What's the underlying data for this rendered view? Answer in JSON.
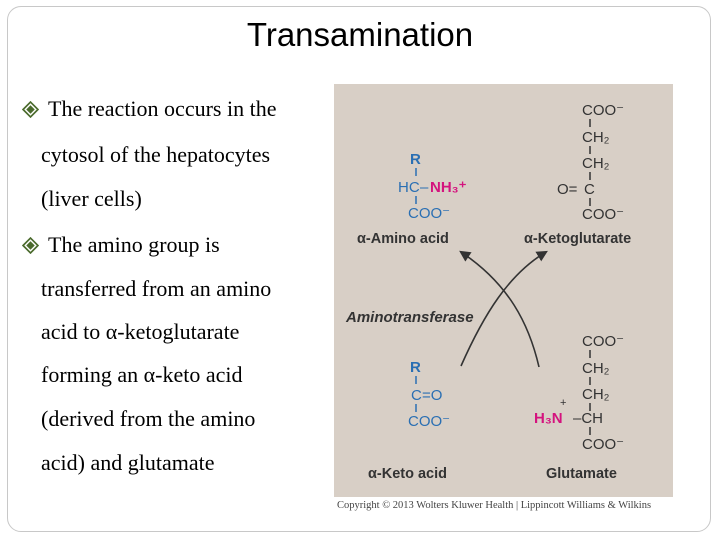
{
  "slide": {
    "title": "Transamination",
    "bullets": [
      {
        "lines": [
          "The reaction occurs in the",
          "cytosol of the hepatocytes",
          "(liver cells)"
        ]
      },
      {
        "lines": [
          "The amino group is",
          "transferred from an amino",
          "acid to α-ketoglutarate",
          "forming an α-keto acid",
          "(derived from the amino",
          "acid) and glutamate"
        ]
      }
    ],
    "bullet_icon": "diamond-bullet-icon",
    "bullet_color": "#4a6a2c"
  },
  "diagram": {
    "colors": {
      "panel": "#d8cfc6",
      "blue": "#2a6fb3",
      "magenta": "#d4137e",
      "dark": "#333333"
    },
    "amino_acid": {
      "r": "R",
      "hc": "HC",
      "dash": "–",
      "nh3": "NH₃⁺",
      "coo": "COO⁻",
      "label": "α-Amino acid"
    },
    "ketoglutarate": {
      "coo_top": "COO⁻",
      "ch2_a": "CH₂",
      "ch2_b": "CH₂",
      "oeq": "O=",
      "c": "C",
      "coo_bottom": "COO⁻",
      "label": "α-Ketoglutarate"
    },
    "enzyme": "Aminotransferase",
    "keto_acid": {
      "r": "R",
      "c": "C",
      "eqo": "=O",
      "coo": "COO⁻",
      "label": "α-Keto acid"
    },
    "glutamate": {
      "coo_top": "COO⁻",
      "ch2_a": "CH₂",
      "ch2_b": "CH₂",
      "plus": "+",
      "h3n": "H₃N",
      "dash_ch": "–CH",
      "coo_bottom": "COO⁻",
      "label": "Glutamate"
    },
    "copyright": "Copyright © 2013 Wolters Kluwer Health | Lippincott Williams & Wilkins"
  }
}
